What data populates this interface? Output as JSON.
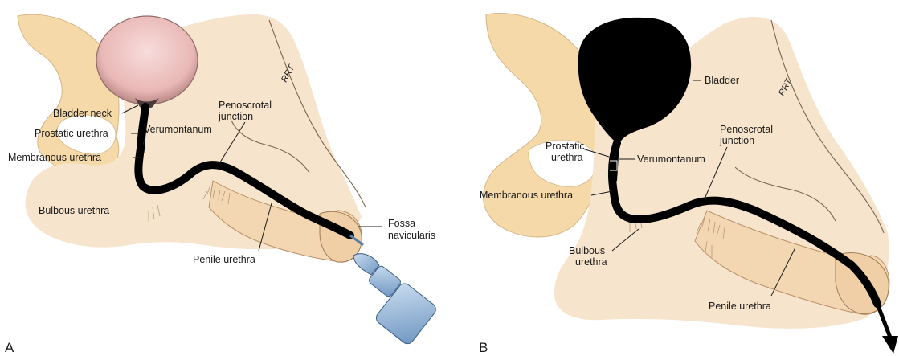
{
  "panel_a": {
    "letter": "A",
    "labels": {
      "bladder_neck": "Bladder neck",
      "prostatic_urethra": "Prostatic urethra",
      "verumontanum": "Verumontanum",
      "membranous_urethra": "Membranous urethra",
      "penoscrotal_1": "Penoscrotal",
      "penoscrotal_2": "junction",
      "bulbous_urethra": "Bulbous urethra",
      "penile_urethra": "Penile urethra",
      "fossa_1": "Fossa",
      "fossa_2": "navicularis"
    },
    "signature": "RRT"
  },
  "panel_b": {
    "letter": "B",
    "labels": {
      "bladder": "Bladder",
      "prostatic_1": "Prostatic",
      "prostatic_2": "urethra",
      "verumontanum": "Verumontanum",
      "membranous_urethra": "Membranous urethra",
      "penoscrotal_1": "Penoscrotal",
      "penoscrotal_2": "junction",
      "bulbous_1": "Bulbous",
      "bulbous_2": "urethra",
      "penile_urethra": "Penile urethra"
    },
    "signature": "RRT"
  },
  "colors": {
    "bone": "#f5d9a8",
    "skin": "#f6e4cc",
    "bladder_fill_a": "#eec6c4",
    "contrast": "#000000",
    "syringe": "#8fb2d3"
  }
}
